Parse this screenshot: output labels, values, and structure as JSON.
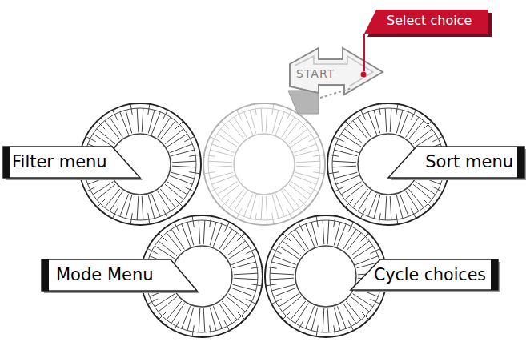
{
  "diagram": {
    "labels": [
      "Select choice",
      "START",
      "Filter menu",
      "Sort menu",
      "Mode Menu",
      "Cycle choices"
    ]
  }
}
